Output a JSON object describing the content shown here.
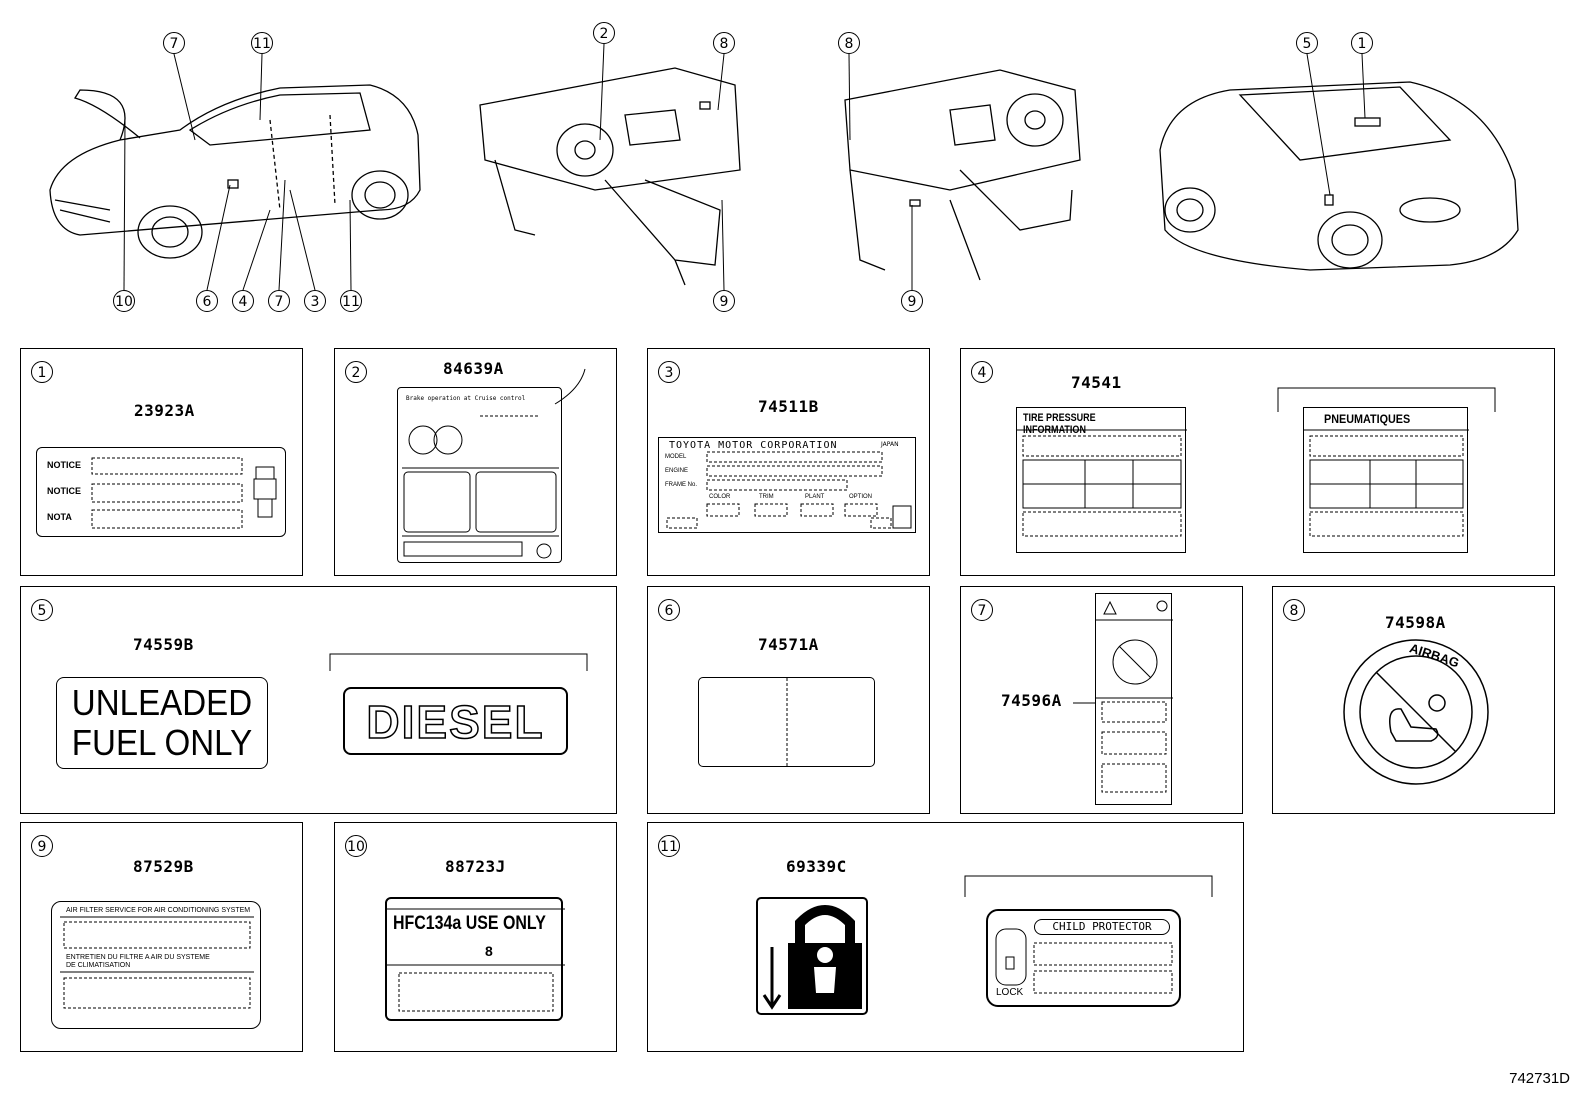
{
  "figure_code": "742731D",
  "top_views": {
    "car_front_callouts": [
      "7",
      "11",
      "10",
      "6",
      "4",
      "7",
      "3",
      "11"
    ],
    "dash_lhd_callouts": [
      "2",
      "8",
      "9"
    ],
    "dash_rhd_callouts": [
      "8",
      "9"
    ],
    "car_rear_callouts": [
      "5",
      "1"
    ]
  },
  "panels": [
    {
      "num": "1",
      "part": "23923A",
      "lines": [
        "NOTICE",
        "NOTICE",
        "NOTA"
      ]
    },
    {
      "num": "2",
      "part": "84639A",
      "header": "Brake operation at Cruise control"
    },
    {
      "num": "3",
      "part": "74511B",
      "title": "TOYOTA MOTOR CORPORATION",
      "country": "JAPAN",
      "rows": [
        "MODEL",
        "ENGINE",
        "FRAME No."
      ],
      "cols": [
        "COLOR",
        "TRIM",
        "PLANT",
        "OPTION"
      ]
    },
    {
      "num": "4",
      "part": "74541",
      "title_a": "TIRE PRESSURE INFORMATION",
      "title_b": "PNEUMATIQUES"
    },
    {
      "num": "5",
      "part": "74559B",
      "text_a_1": "UNLEADED",
      "text_a_2": "FUEL ONLY",
      "text_b": "DIESEL"
    },
    {
      "num": "6",
      "part": "74571A"
    },
    {
      "num": "7",
      "part": "74596A"
    },
    {
      "num": "8",
      "part": "74598A",
      "ring_text": "AIRBAG"
    },
    {
      "num": "9",
      "part": "87529B",
      "line_1": "AIR FILTER SERVICE FOR AIR CONDITIONING SYSTEM",
      "line_2": "ENTRETIEN DU FILTRE A AIR DU SYSTEME",
      "line_3": "DE CLIMATISATION"
    },
    {
      "num": "10",
      "part": "88723J",
      "main": "HFC134a USE ONLY",
      "sub": "8"
    },
    {
      "num": "11",
      "part": "69339C",
      "title_b": "CHILD PROTECTOR",
      "lock": "LOCK"
    }
  ]
}
